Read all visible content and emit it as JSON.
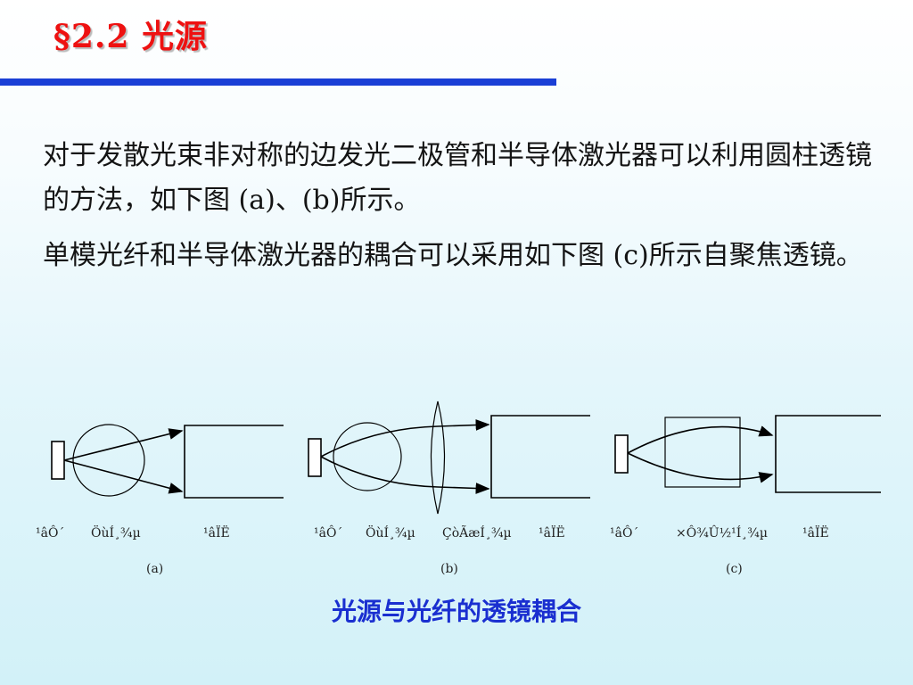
{
  "slide": {
    "title": "§2.2 光源",
    "paragraph_1": "对于发散光束非对称的边发光二极管和半导体激光器可以利用圆柱透镜的方法，如下图 (a)、(b)所示。",
    "paragraph_2": "单模光纤和半导体激光器的耦合可以采用如下图 (c)所示自聚焦透镜。",
    "caption": "光源与光纤的透镜耦合",
    "accent_colors": {
      "title": "#ee1111",
      "rule": "#1a3fd6",
      "caption": "#1a2fd0"
    }
  },
  "diagram": {
    "a": {
      "labels": [
        "¹âÔ´",
        "ÖùÍ¸¾µ",
        "¹âÏË"
      ],
      "panel_label": "(a)"
    },
    "b": {
      "labels": [
        "¹âÔ´",
        "ÖùÍ¸¾µ",
        "ÇòÃæÍ¸¾µ",
        "¹âÏË"
      ],
      "panel_label": "(b)"
    },
    "c": {
      "labels": [
        "¹âÔ´",
        "×Ô¾Û½¹Í¸¾µ",
        "¹âÏË"
      ],
      "panel_label": "(c)"
    }
  }
}
